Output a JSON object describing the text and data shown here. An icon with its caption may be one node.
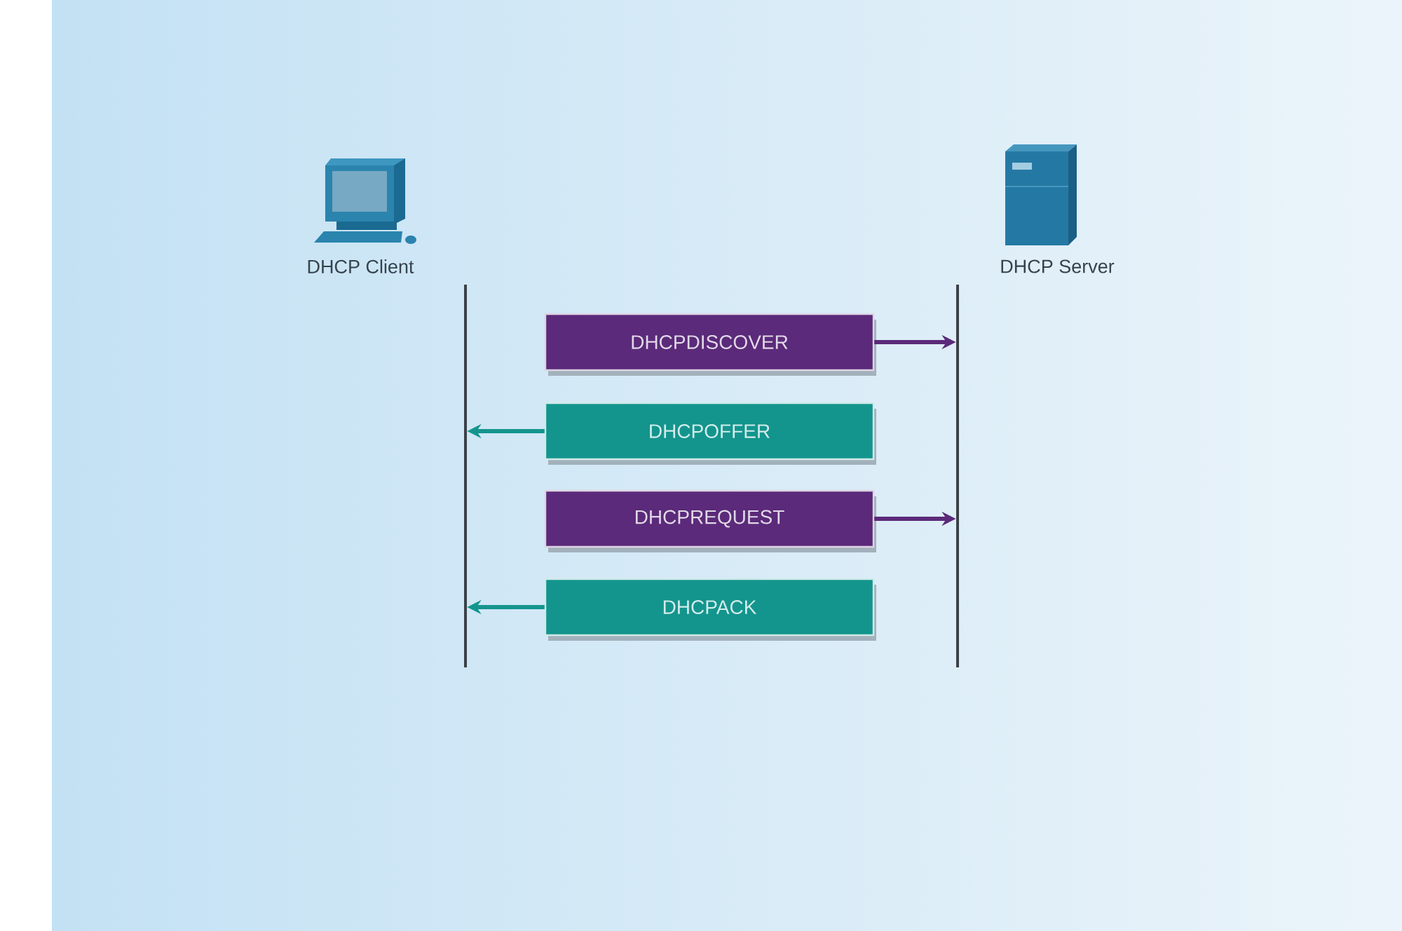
{
  "diagram": {
    "nodes": [
      {
        "text": [
          "DHCP Client"
        ]
      },
      {
        "text": [
          "DHCP Server"
        ]
      },
      {
        "text": [],
        "shape": "line"
      },
      {
        "text": [],
        "shape": "line"
      },
      {
        "text": [
          "DHCPDISCOVER"
        ]
      },
      {
        "text": [
          "DHCPOFFER"
        ]
      },
      {
        "text": [
          "DHCPREQUEST"
        ]
      },
      {
        "text": [
          "DHCPACK"
        ]
      }
    ],
    "edges": [
      {
        "from": 4,
        "to": 3,
        "arrow": "to",
        "color": "#5b2a7a"
      },
      {
        "from": 5,
        "to": 2,
        "arrow": "to",
        "color": "#13958d"
      },
      {
        "from": 6,
        "to": 3,
        "arrow": "to",
        "color": "#5b2a7a"
      },
      {
        "from": 7,
        "to": 2,
        "arrow": "to",
        "color": "#13958d"
      }
    ]
  }
}
